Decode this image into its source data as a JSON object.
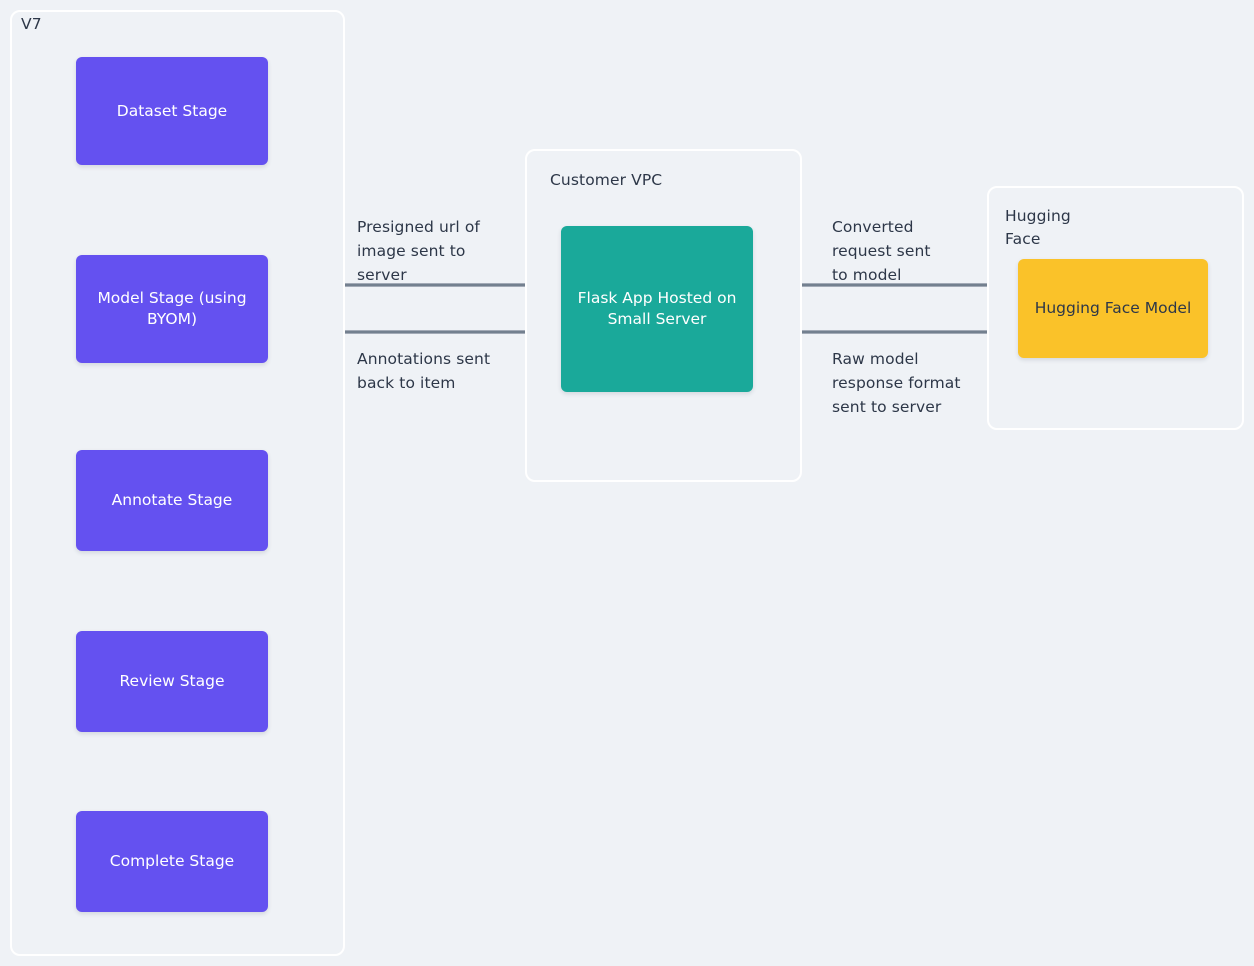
{
  "diagram": {
    "background_color": "#eff2f6",
    "accent_colors": {
      "stage_purple": "#6451f0",
      "server_teal": "#1aa99a",
      "model_yellow": "#fac229",
      "connector_gray": "#73808f",
      "text_dark": "#2d3748",
      "container_border": "#ffffff"
    },
    "groups": [
      {
        "id": "v7",
        "label": "V7"
      },
      {
        "id": "customer-vpc",
        "label": "Customer VPC"
      },
      {
        "id": "hugging-face",
        "label": "Hugging\nFace"
      }
    ],
    "nodes": [
      {
        "id": "dataset-stage",
        "label": "Dataset Stage",
        "color": "purple"
      },
      {
        "id": "model-stage",
        "label": "Model Stage (using BYOM)",
        "color": "purple"
      },
      {
        "id": "annotate-stage",
        "label": "Annotate Stage",
        "color": "purple"
      },
      {
        "id": "review-stage",
        "label": "Review Stage",
        "color": "purple"
      },
      {
        "id": "complete-stage",
        "label": "Complete Stage",
        "color": "purple"
      },
      {
        "id": "flask-app",
        "label": "Flask App Hosted on Small Server",
        "color": "teal"
      },
      {
        "id": "hugging-face-model",
        "label": "Hugging Face Model",
        "color": "yellow"
      }
    ],
    "edge_labels": [
      {
        "id": "presigned-url",
        "text": "Presigned url of\nimage sent to\nserver"
      },
      {
        "id": "annotations-back",
        "text": "Annotations sent\nback to item"
      },
      {
        "id": "converted-request",
        "text": "Converted\nrequest sent\nto model"
      },
      {
        "id": "raw-model-response",
        "text": "Raw model\nresponse format\nsent to server"
      }
    ],
    "edges": [
      {
        "id": "dataset-to-model",
        "from": "dataset-stage",
        "to": "model-stage",
        "direction": "down"
      },
      {
        "id": "model-to-annotate",
        "from": "model-stage",
        "to": "annotate-stage",
        "direction": "down"
      },
      {
        "id": "annotate-to-review",
        "from": "annotate-stage",
        "to": "review-stage",
        "direction": "down"
      },
      {
        "id": "review-to-complete",
        "from": "review-stage",
        "to": "complete-stage",
        "direction": "down"
      },
      {
        "id": "model-to-flask",
        "from": "model-stage",
        "to": "flask-app",
        "direction": "right",
        "label": "presigned-url"
      },
      {
        "id": "flask-to-model",
        "from": "flask-app",
        "to": "model-stage",
        "direction": "left",
        "label": "annotations-back"
      },
      {
        "id": "flask-to-hf",
        "from": "flask-app",
        "to": "hugging-face-model",
        "direction": "right",
        "label": "converted-request"
      },
      {
        "id": "hf-to-flask",
        "from": "hugging-face-model",
        "to": "flask-app",
        "direction": "left",
        "label": "raw-model-response"
      }
    ]
  }
}
